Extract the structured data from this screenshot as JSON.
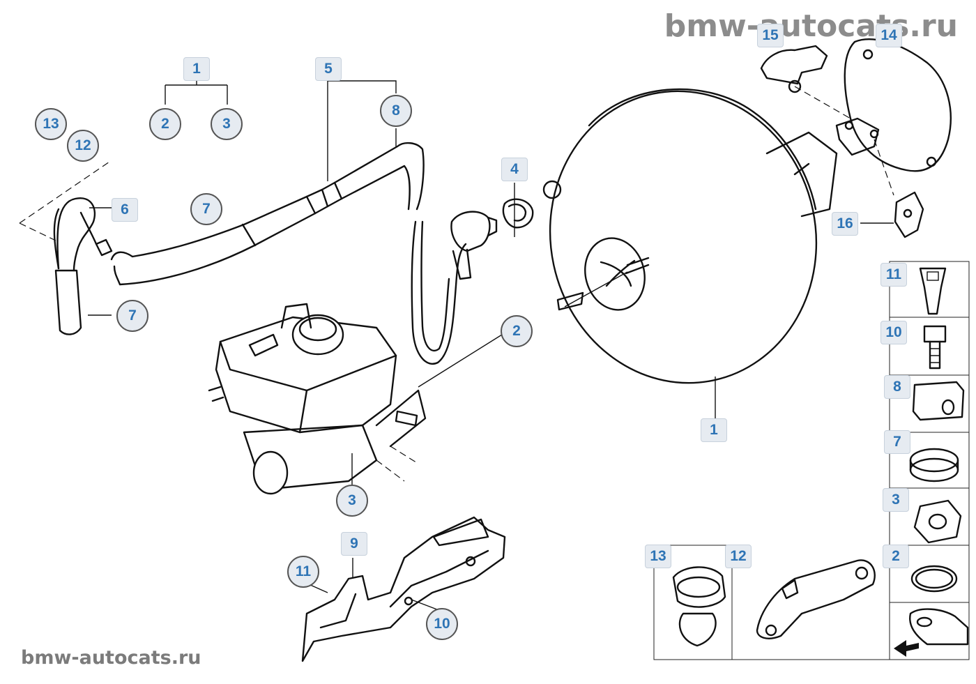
{
  "watermark": {
    "top": "bmw-autocats.ru",
    "bottom": "bmw-autocats.ru"
  },
  "callouts": {
    "top_tree_root": "1",
    "top_tree_left": "2",
    "top_tree_right": "3",
    "hose_group": "5",
    "hose_tee": "8",
    "clamp_left": "13",
    "clamp_left_2": "12",
    "elbow": "6",
    "hose_clamp": "7",
    "hose_end_clamp": "7",
    "grommet": "4",
    "gasket_ring": "2",
    "booster": "1",
    "master_cyl_nut": "3",
    "bracket": "9",
    "bracket_nut": "11",
    "bracket_screw": "10",
    "clevis": "15",
    "gasket": "14",
    "clip": "16",
    "box_13": "13",
    "box_12": "12"
  },
  "legend": [
    "11",
    "10",
    "8",
    "7",
    "3",
    "2"
  ],
  "colors": {
    "callout_text": "#2e74b5",
    "callout_fill": "#e6ebf1",
    "watermark": "#8c8c8c",
    "line": "#111111"
  }
}
